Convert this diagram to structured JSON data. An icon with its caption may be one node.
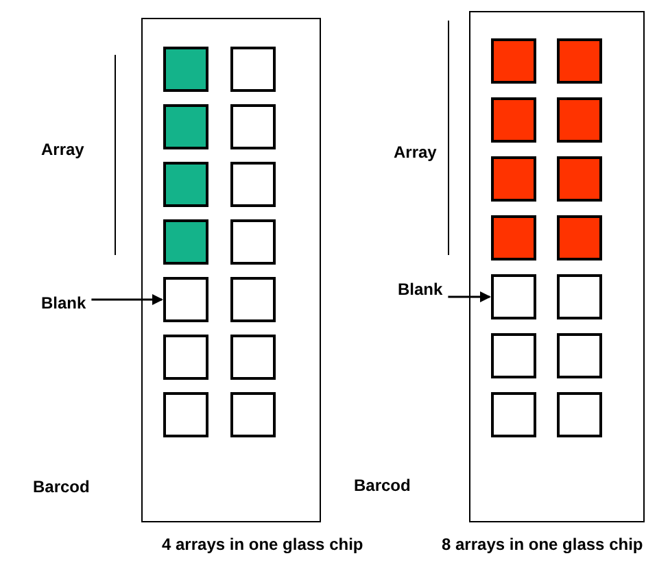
{
  "diagram": {
    "nodes": [
      {
        "text": [],
        "shape": "box",
        "beside": [
          "4 arrays in one glass chip"
        ]
      },
      {
        "text": [],
        "shape": "box",
        "in": 0
      },
      {
        "text": [],
        "shape": "box",
        "in": 0
      },
      {
        "text": [],
        "shape": "box",
        "in": 0
      },
      {
        "text": [],
        "shape": "box",
        "in": 0
      },
      {
        "text": [],
        "shape": "box",
        "in": 0
      },
      {
        "text": [],
        "shape": "box",
        "in": 0
      },
      {
        "text": [],
        "shape": "box",
        "in": 0
      },
      {
        "text": [],
        "shape": "box",
        "in": 0
      },
      {
        "text": [],
        "shape": "box",
        "in": 0
      },
      {
        "text": [],
        "shape": "box",
        "in": 0
      },
      {
        "text": [],
        "shape": "box",
        "in": 0
      },
      {
        "text": [],
        "shape": "box",
        "in": 0
      },
      {
        "text": [],
        "shape": "box",
        "in": 0
      },
      {
        "text": [],
        "shape": "box",
        "in": 0
      },
      {
        "text": [],
        "shape": "box",
        "beside": [
          "8 arrays in one glass chip"
        ]
      },
      {
        "text": [],
        "shape": "box",
        "in": 15
      },
      {
        "text": [],
        "shape": "box",
        "in": 15
      },
      {
        "text": [],
        "shape": "box",
        "in": 15
      },
      {
        "text": [],
        "shape": "box",
        "in": 15
      },
      {
        "text": [],
        "shape": "box",
        "in": 15
      },
      {
        "text": [],
        "shape": "box",
        "in": 15
      },
      {
        "text": [],
        "shape": "box",
        "in": 15
      },
      {
        "text": [],
        "shape": "box",
        "in": 15
      },
      {
        "text": [],
        "shape": "box",
        "in": 15
      },
      {
        "text": [],
        "shape": "box",
        "in": 15
      },
      {
        "text": [],
        "shape": "box",
        "in": 15
      },
      {
        "text": [],
        "shape": "box",
        "in": 15
      },
      {
        "text": [],
        "shape": "box",
        "in": 15
      },
      {
        "text": [],
        "shape": "box",
        "in": 15
      },
      {
        "text": [
          "Blank"
        ]
      },
      {
        "text": [
          "Blank"
        ]
      }
    ],
    "edges": [
      {
        "from": 30,
        "to": 9,
        "arrow": "to"
      },
      {
        "from": 31,
        "to": 24,
        "arrow": "to"
      }
    ],
    "labels": [
      "Array",
      "Array",
      "Barcod",
      "Barcod"
    ]
  }
}
